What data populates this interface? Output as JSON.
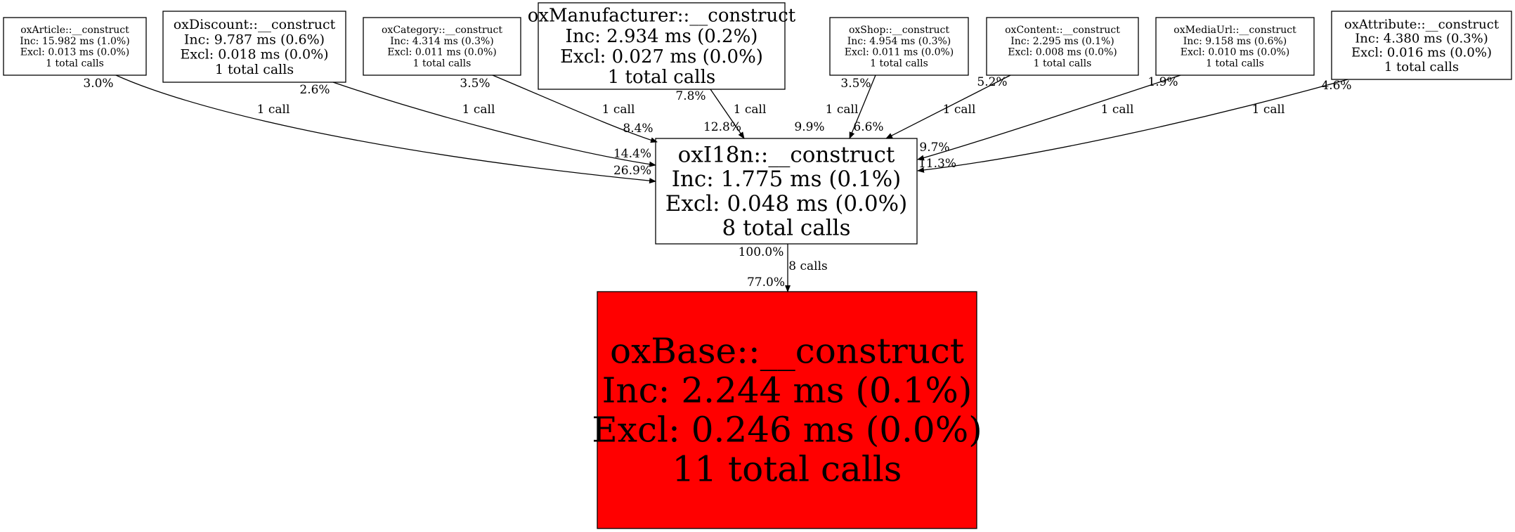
{
  "graph": {
    "colors": {
      "hot_node": "#ff0000",
      "node": "#ffffff",
      "stroke": "#000000"
    },
    "nodes": [
      {
        "id": "oxArticle",
        "lines": [
          "oxArticle::__construct",
          "Inc: 15.982 ms (1.0%)",
          "Excl: 0.013 ms (0.0%)",
          "1 total calls"
        ]
      },
      {
        "id": "oxDiscount",
        "lines": [
          "oxDiscount::__construct",
          "Inc: 9.787 ms (0.6%)",
          "Excl: 0.018 ms (0.0%)",
          "1 total calls"
        ]
      },
      {
        "id": "oxCategory",
        "lines": [
          "oxCategory::__construct",
          "Inc: 4.314 ms (0.3%)",
          "Excl: 0.011 ms (0.0%)",
          "1 total calls"
        ]
      },
      {
        "id": "oxManufacturer",
        "lines": [
          "oxManufacturer::__construct",
          "Inc: 2.934 ms (0.2%)",
          "Excl: 0.027 ms (0.0%)",
          "1 total calls"
        ]
      },
      {
        "id": "oxShop",
        "lines": [
          "oxShop::__construct",
          "Inc: 4.954 ms (0.3%)",
          "Excl: 0.011 ms (0.0%)",
          "1 total calls"
        ]
      },
      {
        "id": "oxContent",
        "lines": [
          "oxContent::__construct",
          "Inc: 2.295 ms (0.1%)",
          "Excl: 0.008 ms (0.0%)",
          "1 total calls"
        ]
      },
      {
        "id": "oxMediaUrl",
        "lines": [
          "oxMediaUrl::__construct",
          "Inc: 9.158 ms (0.6%)",
          "Excl: 0.010 ms (0.0%)",
          "1 total calls"
        ]
      },
      {
        "id": "oxAttribute",
        "lines": [
          "oxAttribute::__construct",
          "Inc: 4.380 ms (0.3%)",
          "Excl: 0.016 ms (0.0%)",
          "1 total calls"
        ]
      },
      {
        "id": "oxI18n",
        "lines": [
          "oxI18n::__construct",
          "Inc: 1.775 ms (0.1%)",
          "Excl: 0.048 ms (0.0%)",
          "8 total calls"
        ]
      },
      {
        "id": "oxBase",
        "hot": true,
        "lines": [
          "oxBase::__construct",
          "Inc: 2.244 ms (0.1%)",
          "Excl: 0.246 ms (0.0%)",
          "11 total calls"
        ]
      }
    ],
    "edges": [
      {
        "from": "oxArticle",
        "to": "oxI18n",
        "label": "1 call",
        "tail": "3.0%",
        "head": "26.9%"
      },
      {
        "from": "oxDiscount",
        "to": "oxI18n",
        "label": "1 call",
        "tail": "2.6%",
        "head": "14.4%"
      },
      {
        "from": "oxCategory",
        "to": "oxI18n",
        "label": "1 call",
        "tail": "3.5%",
        "head": "8.4%"
      },
      {
        "from": "oxManufacturer",
        "to": "oxI18n",
        "label": "1 call",
        "tail": "7.8%",
        "head": "12.8%"
      },
      {
        "from": "oxShop",
        "to": "oxI18n",
        "label": "1 call",
        "tail": "3.5%",
        "head": "9.9%"
      },
      {
        "from": "oxContent",
        "to": "oxI18n",
        "label": "1 call",
        "tail": "5.2%",
        "head": "6.6%"
      },
      {
        "from": "oxMediaUrl",
        "to": "oxI18n",
        "label": "1 call",
        "tail": "1.9%",
        "head": "9.7%"
      },
      {
        "from": "oxAttribute",
        "to": "oxI18n",
        "label": "1 call",
        "tail": "4.6%",
        "head": "11.3%"
      },
      {
        "from": "oxI18n",
        "to": "oxBase",
        "label": "8 calls",
        "tail": "100.0%",
        "head": "77.0%"
      }
    ]
  }
}
